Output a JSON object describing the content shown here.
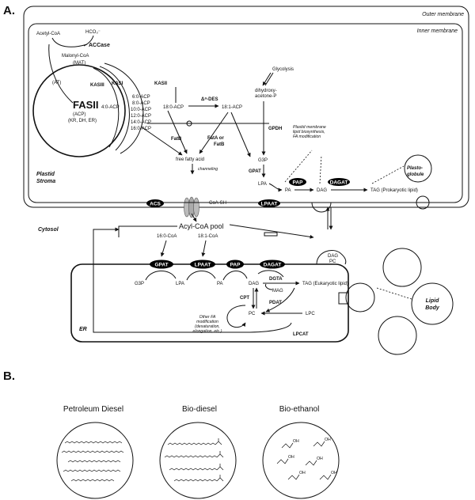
{
  "panel_a": {
    "label": "A.",
    "outer_membrane": "Outer membrane",
    "inner_membrane": "Inner membrane",
    "plastid_stroma": [
      "Plastid",
      "Stroma"
    ],
    "cytosol": "Cytosol",
    "er": "ER",
    "lipid_body": [
      "Lipid",
      "Body"
    ],
    "plastoglobule": [
      "Plasto-",
      "globule"
    ],
    "acetyl_coa": "Acetyl-CoA",
    "hco3": "HCO₃⁻",
    "accase": "ACCase",
    "malonyl_coa": "Malonyl-CoA",
    "mat": "(MAT)",
    "at": "(AT)",
    "fasii": "FASII",
    "acp": "(ACP)",
    "kr_dh_er": "(KR, DH, ER)",
    "kasiii": "KASIII",
    "kasi": "KASI",
    "kasii": "KASII",
    "acp_4": "4:0-ACP",
    "acp_chain": [
      "6:0-ACP",
      "8:0-ACP",
      "10:0-ACP",
      "12:0-ACP",
      "14:0-ACP",
      "16:0-ACP"
    ],
    "acp_18_0": "18:0-ACP",
    "delta9_des": "Δ⁹-DES",
    "acp_18_1": "18:1-ACP",
    "fatb": "FatB",
    "fata_or": "FatA or",
    "fatb2": "FatB",
    "free_fatty_acid": "free fatty acid",
    "channeling": "channeling",
    "glycolysis": "Glycolysis",
    "dhap": [
      "dihydroxy-",
      "acetone-P"
    ],
    "gpdh": "GPDH",
    "g3p": "G3P",
    "gpat": "GPAT",
    "lpa": "LPA",
    "pa": "PA",
    "dag": "DAG",
    "tag_prok": "TAG (Prokaryotic lipid)",
    "plastid_note": [
      "Plastid membrane",
      "lipid biosynthesis,",
      "FA modification"
    ],
    "pap": "PAP",
    "dagat": "DAGAT",
    "lpaat": "LPAAT",
    "acs": "ACS",
    "coa_sh": "CoA-SH",
    "acyl_coa_pool": "Acyl-CoA pool",
    "c16_coa": "16:0-CoA",
    "c18_coa": "18:1-CoA",
    "er_gpat": "GPAT",
    "er_lpaat": "LPAAT",
    "er_pap": "PAP",
    "er_dagat": "DAGAT",
    "dag_pc": [
      "DAG",
      "PC"
    ],
    "er_g3p": "G3P",
    "er_lpa": "LPA",
    "er_pa": "PA",
    "er_dag": "DAG",
    "dgta": "DGTA",
    "tag_euk": "TAG (Eukaryotic lipid)",
    "mag": "MAG",
    "cpt": "CPT",
    "pdat": "PDAT",
    "pc": "PC",
    "lpc": "LPC",
    "other_fa": [
      "Other FA",
      "modification",
      "(desaturation,",
      "elongation, etc.)"
    ],
    "lpcat": "LPCAT"
  },
  "panel_b": {
    "label": "B.",
    "fuels": [
      "Petroleum Diesel",
      "Bio-diesel",
      "Bio-ethanol"
    ],
    "oh": "OH"
  }
}
